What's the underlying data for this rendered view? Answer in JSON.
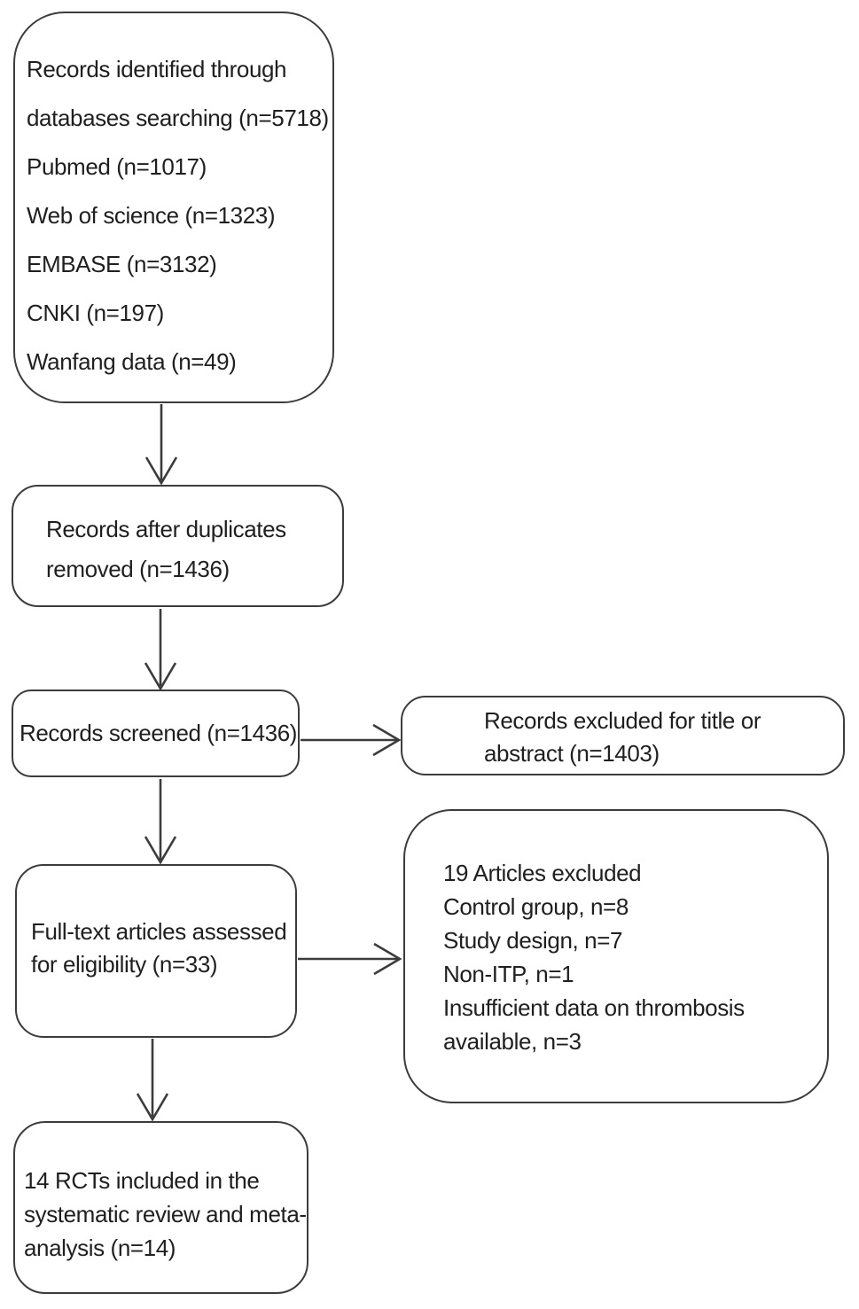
{
  "colors": {
    "background": "#ffffff",
    "border": "#3c3c3c",
    "text": "#1f1f1f"
  },
  "flowchart": {
    "boxes": {
      "identification": {
        "lines": [
          "Records identified through",
          "databases searching (n=5718)",
          "Pubmed (n=1017)",
          "Web of science (n=1323)",
          "EMBASE (n=3132)",
          "CNKI (n=197)",
          "Wanfang data (n=49)"
        ]
      },
      "duplicates_removed": {
        "lines": [
          "Records after duplicates",
          "removed (n=1436)"
        ]
      },
      "screened": {
        "lines": [
          "Records screened (n=1436)"
        ]
      },
      "excluded_title_abstract": {
        "lines": [
          "Records excluded for title or",
          "abstract (n=1403)"
        ]
      },
      "fulltext_assessed": {
        "lines": [
          "Full-text articles assessed",
          "for eligibility (n=33)"
        ]
      },
      "fulltext_excluded": {
        "lines": [
          "19 Articles excluded",
          "Control group, n=8",
          "Study design, n=7",
          "Non-ITP, n=1",
          "Insufficient data on thrombosis",
          "available, n=3"
        ]
      },
      "included": {
        "lines": [
          "14 RCTs included in the",
          "systematic review and meta-",
          "analysis (n=14)"
        ]
      }
    }
  }
}
